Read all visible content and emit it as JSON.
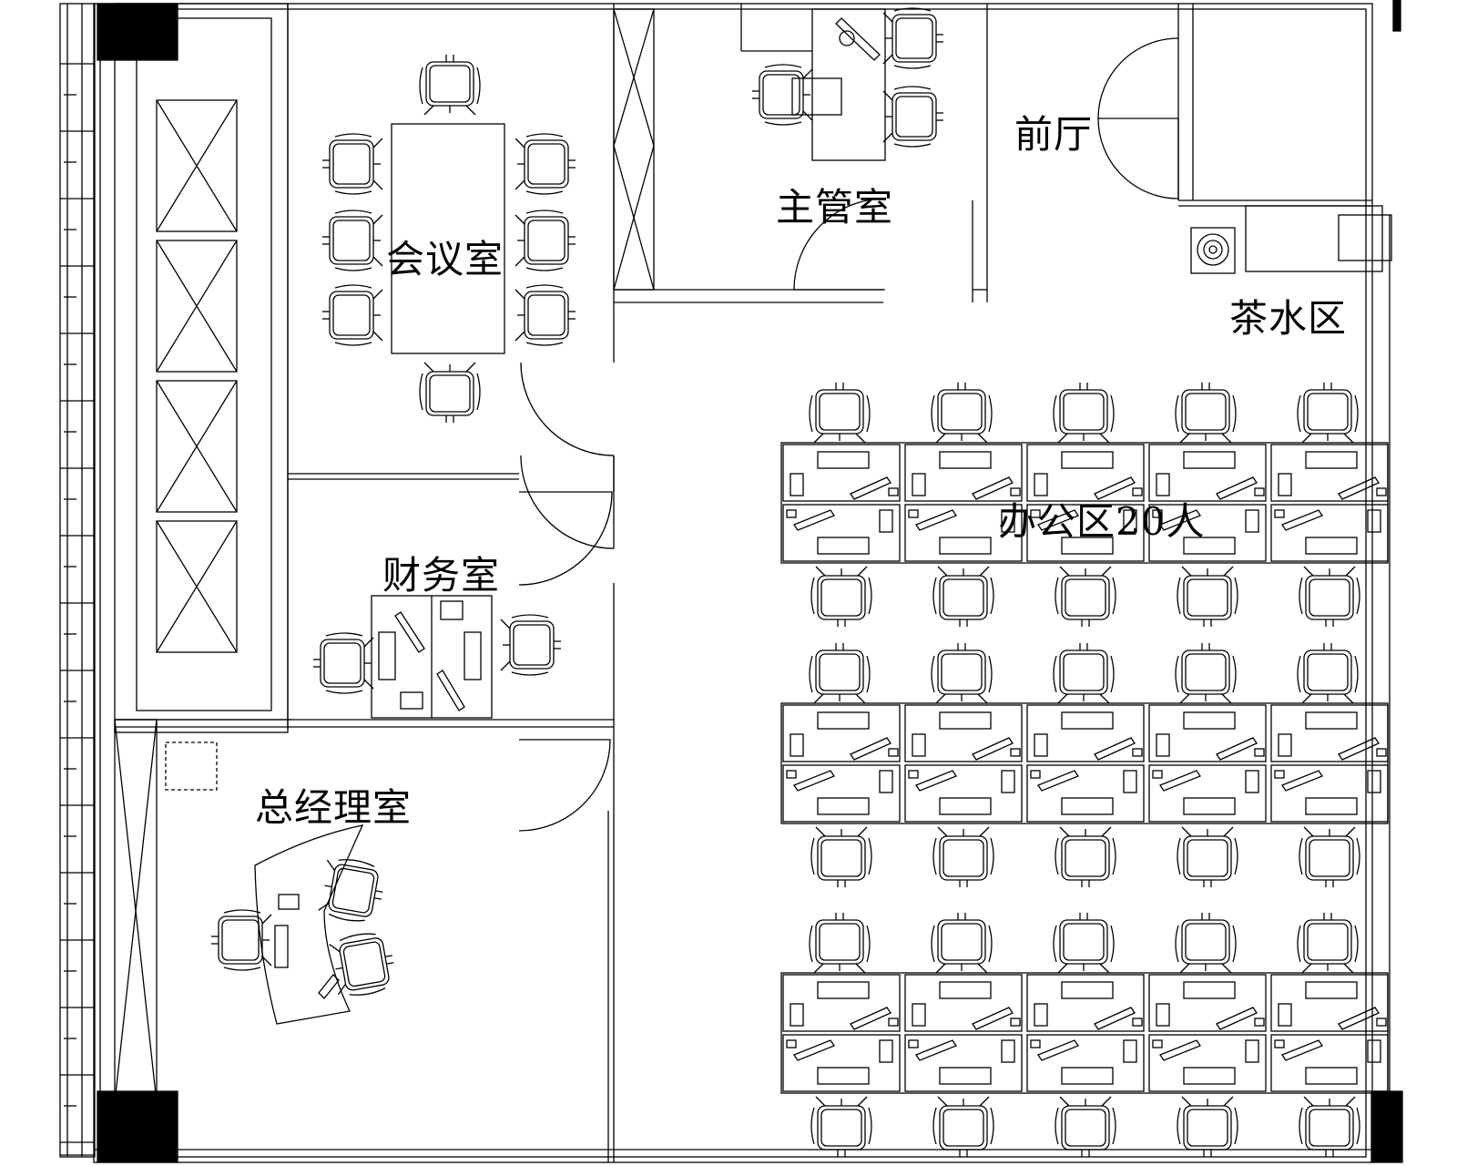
{
  "rooms": {
    "meeting_room": "会议室",
    "manager_office": "主管室",
    "lobby": "前厅",
    "tea_area": "茶水区",
    "office_area": "办公区20人",
    "finance_office": "财务室",
    "general_manager_office": "总经理室"
  },
  "layout": {
    "workstation_clusters": 3,
    "desks_per_row": 5,
    "rows_per_cluster": 2,
    "workstations": 30,
    "meeting_chairs": 8
  },
  "colors": {
    "line": "#000000",
    "background": "#ffffff"
  }
}
